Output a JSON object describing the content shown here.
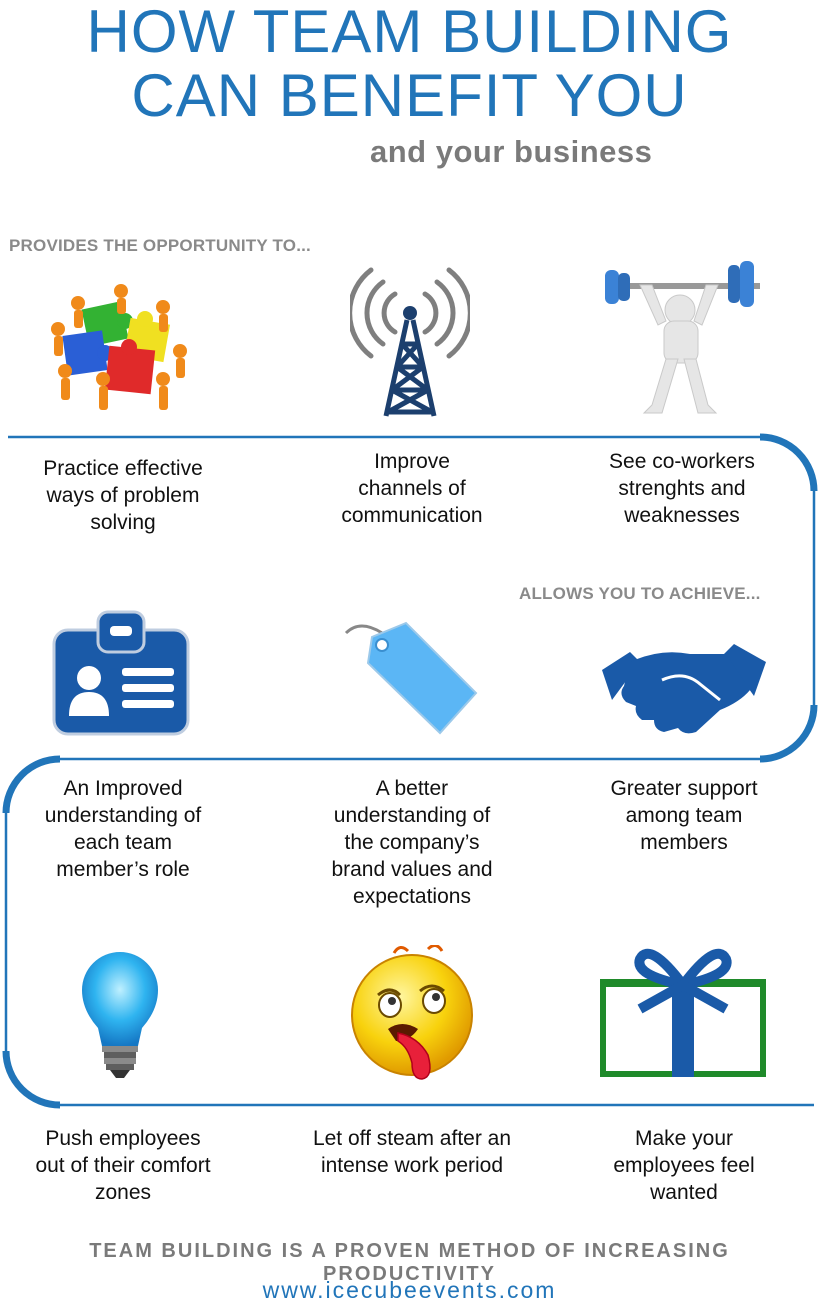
{
  "header": {
    "title_line1": "HOW TEAM BUILDING",
    "title_line2": "CAN BENEFIT YOU",
    "subtitle": "and your business"
  },
  "sections": {
    "opportunity_label": "PROVIDES THE OPPORTUNITY TO...",
    "achieve_label": "ALLOWS YOU TO ACHIEVE..."
  },
  "items": [
    {
      "icon": "puzzle-team-icon",
      "lines": [
        "Practice effective",
        "ways of problem",
        "solving"
      ]
    },
    {
      "icon": "radio-tower-icon",
      "lines": [
        "Improve",
        "channels of",
        "communication"
      ]
    },
    {
      "icon": "weightlifter-icon",
      "lines": [
        "See co-workers",
        "strenghts and",
        "weaknesses"
      ]
    },
    {
      "icon": "id-badge-icon",
      "lines": [
        "An Improved",
        "understanding of",
        "each team",
        "member’s role"
      ]
    },
    {
      "icon": "price-tag-icon",
      "lines": [
        "A better",
        "understanding of",
        "the company’s",
        "brand values and",
        "expectations"
      ]
    },
    {
      "icon": "handshake-icon",
      "lines": [
        "Greater support",
        "among team",
        "members"
      ]
    },
    {
      "icon": "lightbulb-icon",
      "lines": [
        "Push employees",
        "out of their comfort",
        "zones"
      ]
    },
    {
      "icon": "exhausted-smiley-icon",
      "lines": [
        "Let off steam after an",
        "intense work period"
      ]
    },
    {
      "icon": "gift-box-icon",
      "lines": [
        "Make your",
        "employees feel",
        "wanted"
      ]
    }
  ],
  "footer": {
    "tagline": "TEAM BUILDING IS A PROVEN METHOD OF INCREASING PRODUCTIVITY",
    "url": "www.icecubeevents.com"
  },
  "colors": {
    "brand_blue": "#2175b9",
    "gray_text": "#7a7a7a"
  }
}
